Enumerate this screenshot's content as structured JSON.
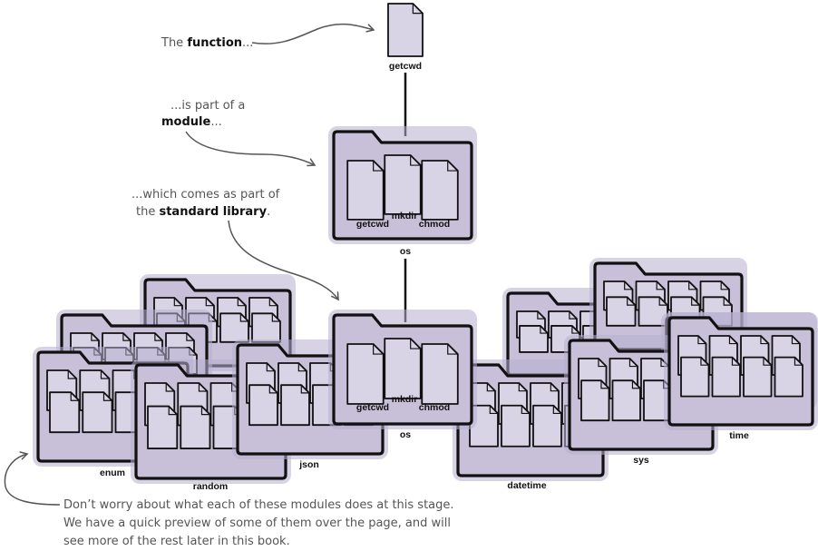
{
  "colors": {
    "folder_fill": "#c8c0d8",
    "folder_outline": "#111111",
    "glow": "#b6aed0",
    "page_fill": "#d9d3e6",
    "annotation": "#555555"
  },
  "function_node": {
    "label": "getcwd",
    "icon": "document-icon"
  },
  "module_node": {
    "label": "os",
    "files": [
      "getcwd",
      "mkdir",
      "chmod"
    ],
    "icon": "folder-icon"
  },
  "library": {
    "os": {
      "label": "os",
      "files": [
        "getcwd",
        "mkdir",
        "chmod"
      ]
    },
    "modules": [
      "enum",
      "random",
      "json",
      "datetime",
      "sys",
      "time"
    ]
  },
  "annotations": {
    "function": {
      "prefix": "The ",
      "bold": "function",
      "suffix": "..."
    },
    "module": {
      "line1": "...is part of a",
      "bold": "module",
      "suffix": "..."
    },
    "library": {
      "line1": "...which comes as part of",
      "prefix": "the ",
      "bold": "standard library",
      "suffix": "."
    },
    "note": [
      "Don’t worry about what each of these modules does at this stage.",
      "We have a quick preview of some of them over the page, and will",
      "see more of the rest later in this book."
    ]
  }
}
